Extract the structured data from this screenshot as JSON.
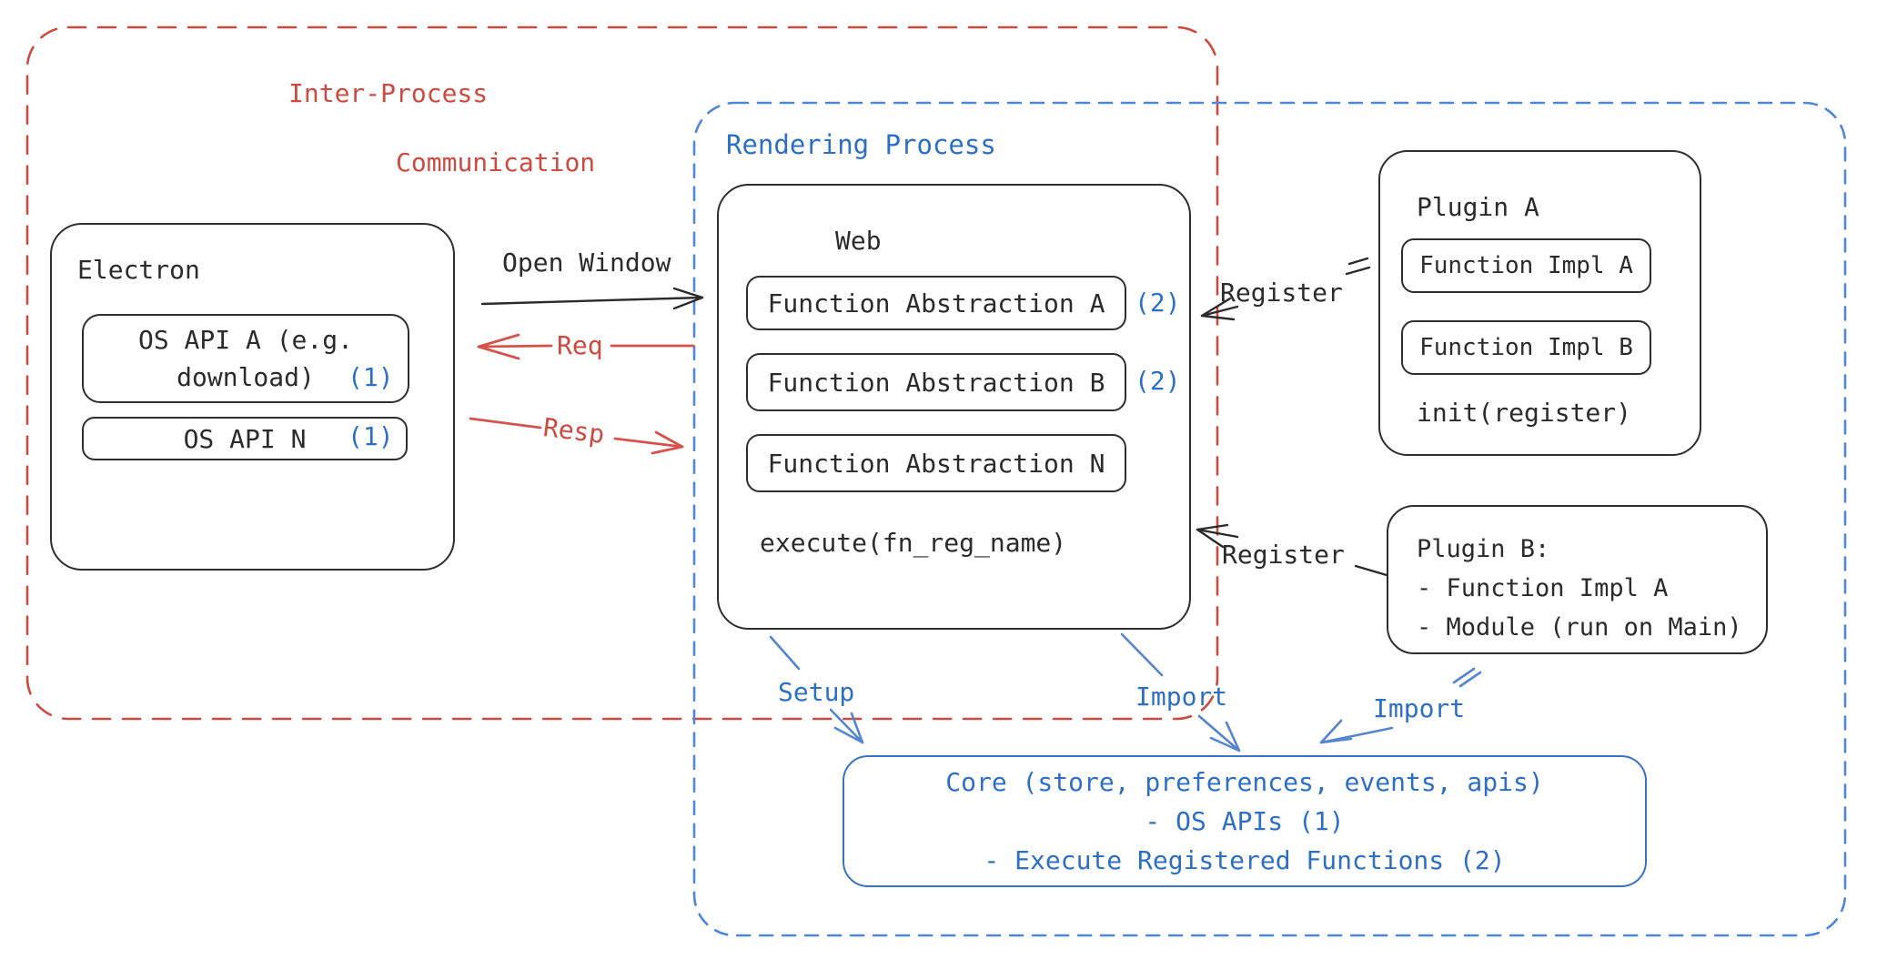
{
  "colors": {
    "background": "#ffffff",
    "black": "#2b2b2b",
    "red": "#cd4a41",
    "red_arrow": "#d4534c",
    "blue_text": "#2d6fc5",
    "blue_dash": "#4e87d6",
    "blue_arrow": "#5585cf",
    "core_border": "#3a72c2"
  },
  "regions": {
    "ipc": {
      "line1": "Inter-Process",
      "line2": "Communication"
    },
    "rendering": {
      "label": "Rendering Process"
    }
  },
  "electron": {
    "title": "Electron",
    "os_api_a": {
      "line1": "OS API A (e.g.",
      "line2": "download)",
      "marker": "(1)"
    },
    "os_api_n": {
      "label": "OS API N",
      "marker": "(1)"
    }
  },
  "web": {
    "title": "Web",
    "fn_a": {
      "label": "Function Abstraction A",
      "marker": "(2)"
    },
    "fn_b": {
      "label": "Function Abstraction B",
      "marker": "(2)"
    },
    "fn_n": {
      "label": "Function Abstraction N"
    },
    "execute": "execute(fn_reg_name)"
  },
  "plugin_a": {
    "title": "Plugin A",
    "impl_a": "Function Impl A",
    "impl_b": "Function Impl B",
    "init": "init(register)"
  },
  "plugin_b": {
    "line1": "Plugin B:",
    "line2": "- Function Impl A",
    "line3": "- Module (run on Main)"
  },
  "core": {
    "line1": "Core (store, preferences, events, apis)",
    "line2": "- OS APIs (1)",
    "line3": "- Execute Registered Functions (2)"
  },
  "arrows": {
    "open_window": "Open Window",
    "req": "Req",
    "resp": "Resp",
    "register_a": "Register",
    "register_b": "Register",
    "setup": "Setup",
    "import_web": "Import",
    "import_plugin": "Import"
  }
}
